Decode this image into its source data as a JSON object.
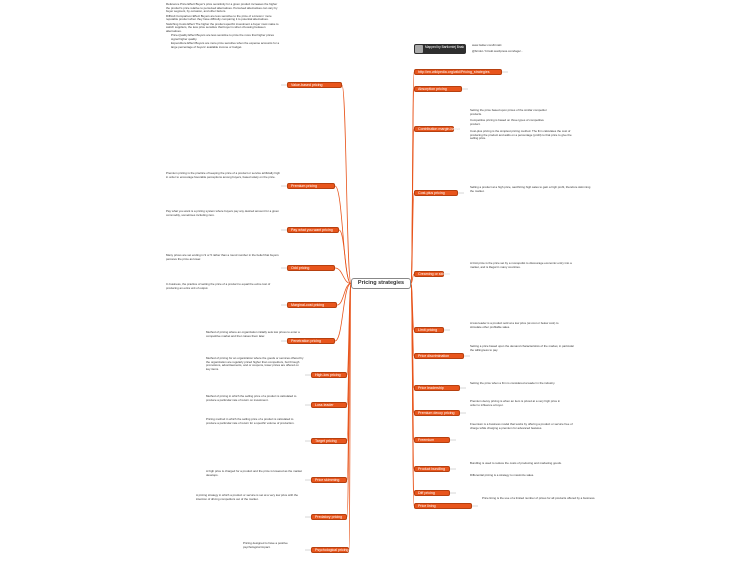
{
  "center": "Pricing strategies",
  "header": {
    "user_name": "Mapped by Bartlomiej Bnak",
    "link": "http://en.wikipedia.org/wiki/Pricing_strategies",
    "twitter_1": "www.twitter.com/brnskt  ",
    "twitter_2": "@brnskt / brnskt.wordpress.com/tags/..."
  },
  "left_nodes": [
    "Value-based pricing",
    "Premium pricing",
    "Pay what you want pricing",
    "Odd pricing",
    "Marginal-cost pricing",
    "Penetration pricing",
    "High-low pricing",
    "Loss leader",
    "Target pricing",
    "Price skimming",
    "Predatory pricing",
    "Psychological pricing"
  ],
  "right_nodes": [
    "Absorption pricing",
    "Contribution margin-based pricing",
    "Cost-plus pricing",
    "Creaming or skimming",
    "Limit pricing",
    "Price discrimination",
    "Price leadership",
    "Premium decoy pricing",
    "Freemium",
    "Product bundling",
    "Diff pricing",
    "Price lining"
  ],
  "notes": {
    "top_left": [
      "Reference Price Effect Buyer's price sensitivity for a given product increases the higher the product's price relative to perceived alternatives. Perceived alternatives can vary by buyer segment, by occasion, and other factors.",
      "Difficult Comparison Effect Buyers are less sensitive to the price of a known / more reputable product when they have difficulty comparing it to potential alternatives.",
      "Switching Costs Effect The higher the product-specific investment a buyer must make to switch suppliers, the less price sensitive that buyer is when choosing between alternatives."
    ],
    "top_left_sub": [
      "Price-Quality Effect Buyers are less sensitive to price the more that higher prices signal higher quality.",
      "Expenditure Effect Buyers are more price sensitive when the expense accounts for a large percentage of buyers' available income or budget."
    ],
    "mid_left": [
      "Premium pricing is the practice of keeping the price of a product or service artificially high in order to encourage favorable perceptions among buyers, based solely on the price.",
      "Pay what you want is a pricing system where buyers pay any desired amount for a given commodity, sometimes including zero.",
      "Many prices are set ending in 9 or 5 rather than a round number in the belief that buyers perceive the price as lower.",
      "In business, the practice of setting the price of a product to equal the extra cost of producing an extra unit of output.",
      "Method of pricing where an organization initially sets low prices to enter a competitive market and then raises them later.",
      "Method of pricing for an organization where the goods or services offered by the organization are regularly priced higher than competitors, but through promotions, advertisements, and or coupons, lower prices are offered on key items.",
      "Method of pricing in which the selling price of a product is calculated to produce a particular rate of return on investment.",
      "Pricing method in which the selling price of a product is calculated to produce a particular rate of return for a specific volume of production.",
      "A high price is charged for a product and the price is lowered as the market develops.",
      "A pricing strategy in which a product or service is set at a very low price with the intention of driving competitors out of the market.",
      "Pricing designed to have a positive psychological impact."
    ],
    "right": [
      "Setting the price based upon prices of the similar competitor products.",
      "Competitive pricing is based on three types of competitive product.",
      "Cost-plus pricing is the simplest pricing method. The firm calculates the cost of producing the product and adds on a percentage (profit) to that price to give the selling price.",
      "Selling a product at a high price, sacrificing high sales to gain a high profit, therefore skimming the market.",
      "A limit price is the price set by a monopolist to discourage economic entry into a market, and is illegal in many countries.",
      "A loss leader is a product sold at a low price (at cost or below cost) to stimulate other profitable sales.",
      "Setting a price based upon the demand characteristics of the market, in particular the willingness to pay.",
      "Setting the price when a firm is considered a leader in the industry.",
      "Premium decoy pricing is when an item is priced at a very high price in order to influence a buyer.",
      "Freemium is a business model that works by offering a product or service free of charge while charging a premium for advanced features.",
      "Bundling is used to reduce the costs of producing and marketing goods.",
      "Differential pricing is a strategy to maximize sales.",
      "Price lining is the use of a limited number of prices for all products offered by a business."
    ]
  }
}
